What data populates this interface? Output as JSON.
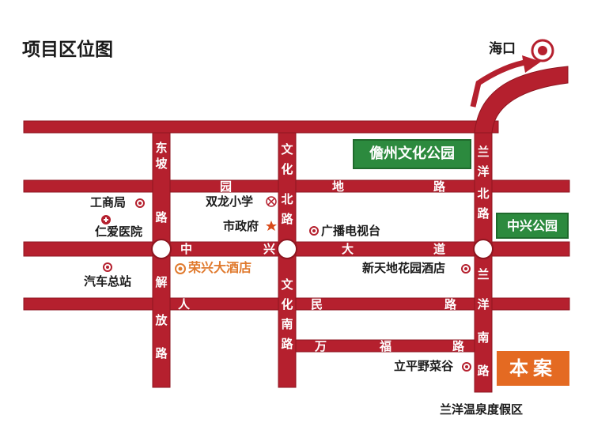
{
  "title": "项目区位图",
  "colors": {
    "road": "#b5202e",
    "road_edge": "#8e1620",
    "park": "#2c8a3e",
    "project": "#e46a22",
    "hotel_text": "#e07a2e"
  },
  "destination": {
    "label": "海口",
    "icon": "location-target-icon"
  },
  "roads": {
    "dongpo": [
      "东",
      "坡",
      "路"
    ],
    "jiefang": [
      "解",
      "放",
      "路"
    ],
    "wenhua_north": [
      "文",
      "化",
      "北",
      "路"
    ],
    "wenhua_south": [
      "文",
      "化",
      "南",
      "路"
    ],
    "lanyang_north": [
      "兰",
      "洋",
      "北",
      "路"
    ],
    "lanyang_south": [
      "兰",
      "洋",
      "南",
      "路"
    ],
    "yuandi": [
      "园",
      "地",
      "路"
    ],
    "zhongxing": [
      "中",
      "兴",
      "大",
      "道"
    ],
    "renmin": [
      "人",
      "民",
      "路"
    ],
    "wanfu": [
      "万",
      "福",
      "路"
    ]
  },
  "places": {
    "gongshangju": "工商局",
    "renai_hospital": "仁爱医院",
    "bus_station": "汽车总站",
    "shuanglong_school": "双龙小学",
    "city_government": "市政府",
    "tv_station": "广播电视台",
    "xintiandi_hotel": "新天地花园酒店",
    "rongxing_hotel": "荣兴大酒店",
    "liping_yecaigu": "立平野菜谷",
    "hot_spring": "兰洋温泉度假区"
  },
  "parks": {
    "danzhou_culture_park": "儋州文化公园",
    "zhongxing_park": "中兴公园"
  },
  "project": {
    "label": "本案"
  }
}
